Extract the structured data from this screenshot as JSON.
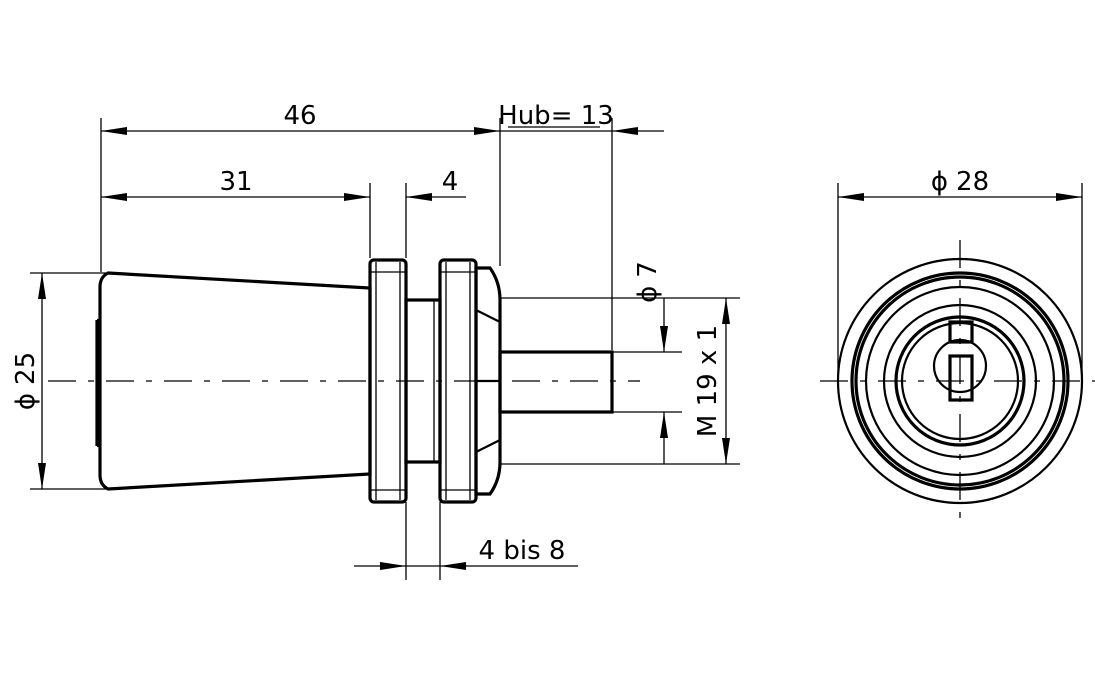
{
  "dimensions": {
    "overall_length": "46",
    "body_length": "31",
    "nut_width": "4",
    "stroke": "Hub= 13",
    "body_diameter": "25",
    "diameter_symbol": "ϕ",
    "pin_diameter": "7",
    "thread": "M 19 x 1",
    "panel_thickness": "4 bis 8",
    "front_diameter": "28"
  }
}
